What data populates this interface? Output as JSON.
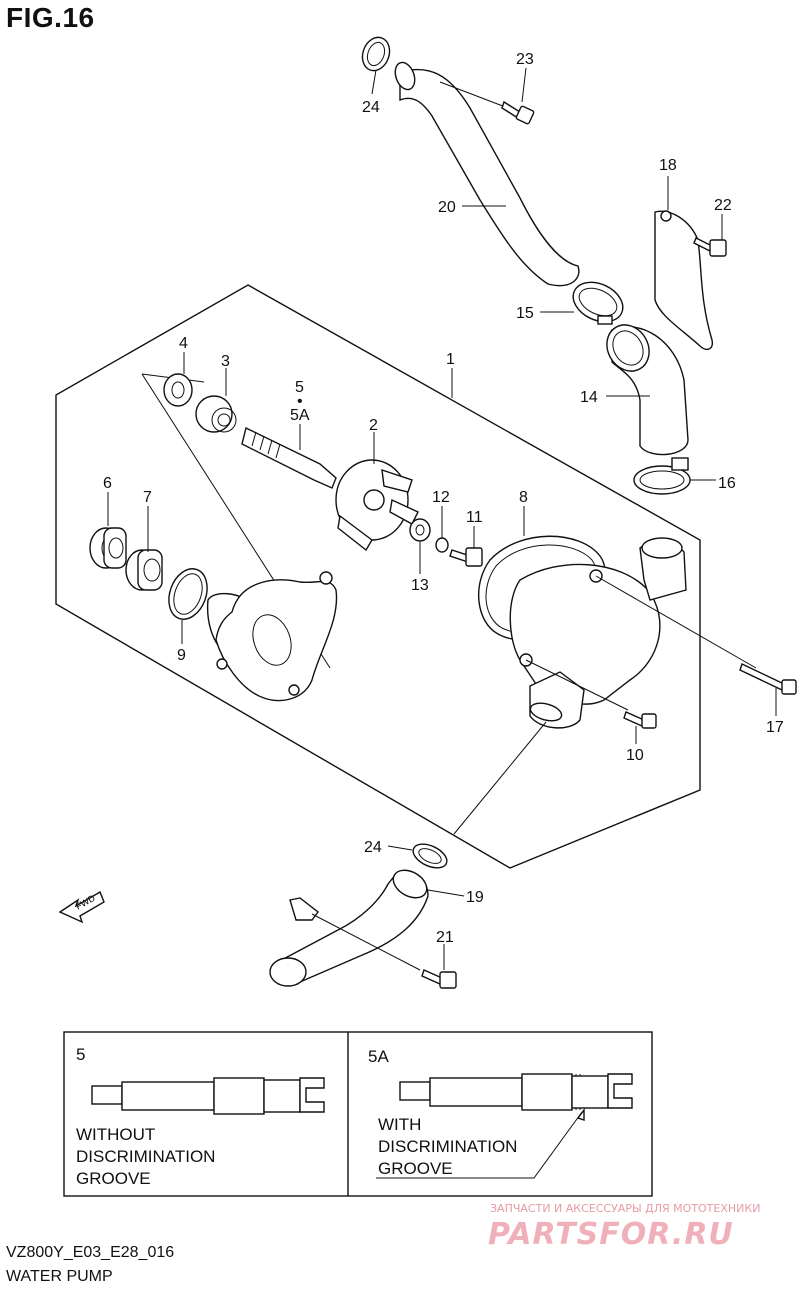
{
  "figure_title": "FIG.16",
  "footer": {
    "model": "VZ800Y_E03_E28_016",
    "name": "WATER PUMP"
  },
  "callouts": [
    {
      "id": "c1",
      "label": "1"
    },
    {
      "id": "c2",
      "label": "2"
    },
    {
      "id": "c3",
      "label": "3"
    },
    {
      "id": "c4",
      "label": "4"
    },
    {
      "id": "c5",
      "label": "5"
    },
    {
      "id": "c5dot",
      "label": "•"
    },
    {
      "id": "c5a",
      "label": "5A"
    },
    {
      "id": "c6",
      "label": "6"
    },
    {
      "id": "c7",
      "label": "7"
    },
    {
      "id": "c8",
      "label": "8"
    },
    {
      "id": "c9",
      "label": "9"
    },
    {
      "id": "c10",
      "label": "10"
    },
    {
      "id": "c11",
      "label": "11"
    },
    {
      "id": "c12",
      "label": "12"
    },
    {
      "id": "c13",
      "label": "13"
    },
    {
      "id": "c14",
      "label": "14"
    },
    {
      "id": "c15",
      "label": "15"
    },
    {
      "id": "c16",
      "label": "16"
    },
    {
      "id": "c17",
      "label": "17"
    },
    {
      "id": "c18",
      "label": "18"
    },
    {
      "id": "c19",
      "label": "19"
    },
    {
      "id": "c20",
      "label": "20"
    },
    {
      "id": "c21",
      "label": "21"
    },
    {
      "id": "c22",
      "label": "22"
    },
    {
      "id": "c23",
      "label": "23"
    },
    {
      "id": "c24a",
      "label": "24"
    },
    {
      "id": "c24b",
      "label": "24"
    }
  ],
  "fwd_label": "FWD",
  "inset": {
    "left": {
      "label": "5",
      "text": [
        "WITHOUT",
        "DISCRIMINATION",
        "GROOVE"
      ]
    },
    "right": {
      "label": "5A",
      "text": [
        "WITH",
        "DISCRIMINATION",
        "GROOVE"
      ]
    }
  },
  "watermark": {
    "line1": "ЗАПЧАСТИ И АКСЕССУАРЫ ДЛЯ МОТОТЕХНИКИ",
    "line2": "PARTSFOR.RU"
  }
}
